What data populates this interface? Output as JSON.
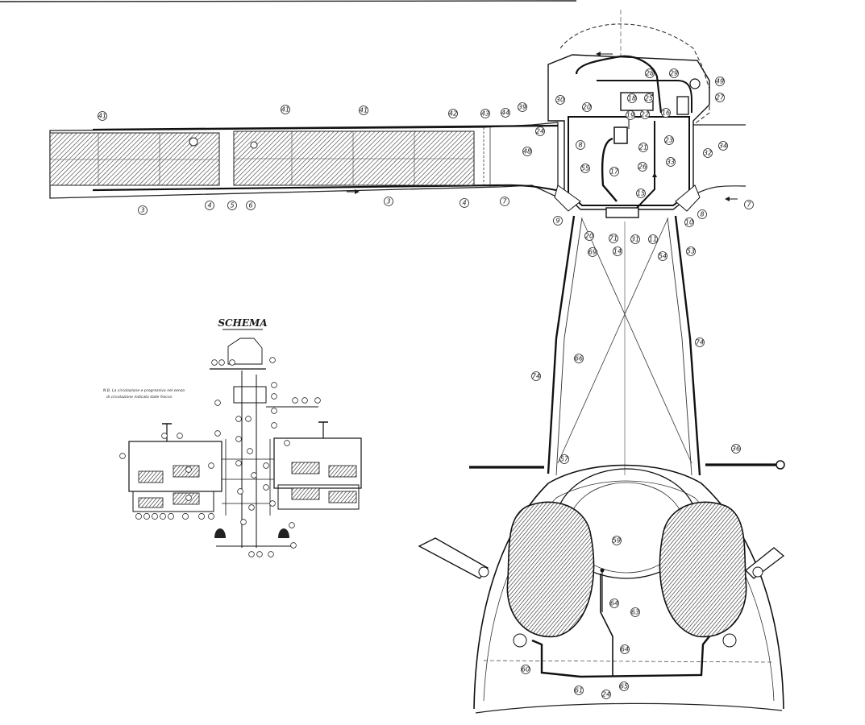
{
  "schema": {
    "title": "SCHEMA",
    "note_line1": "N.B. La circolazione e progressiva nel senso",
    "note_line2": "di circolazione indicato dalle frecce."
  },
  "labels": [
    {
      "id": "l1",
      "text": "41"
    },
    {
      "id": "l2",
      "text": "41"
    },
    {
      "id": "l3",
      "text": "41"
    },
    {
      "id": "l4",
      "text": "42"
    },
    {
      "id": "l5",
      "text": "43"
    },
    {
      "id": "l6",
      "text": "44"
    },
    {
      "id": "l7",
      "text": "39"
    },
    {
      "id": "l8",
      "text": "3"
    },
    {
      "id": "l9",
      "text": "4"
    },
    {
      "id": "l10",
      "text": "5"
    },
    {
      "id": "l11",
      "text": "6"
    },
    {
      "id": "l12",
      "text": "3"
    },
    {
      "id": "l13",
      "text": "4"
    },
    {
      "id": "l14",
      "text": "7"
    },
    {
      "id": "l15",
      "text": "7"
    },
    {
      "id": "l16",
      "text": "9"
    },
    {
      "id": "l17",
      "text": "10"
    },
    {
      "id": "l18",
      "text": "8"
    },
    {
      "id": "l19",
      "text": "24"
    },
    {
      "id": "l20",
      "text": "48"
    },
    {
      "id": "l21",
      "text": "8"
    },
    {
      "id": "l22",
      "text": "55"
    },
    {
      "id": "l23",
      "text": "17"
    },
    {
      "id": "l24",
      "text": "26"
    },
    {
      "id": "l25",
      "text": "15"
    },
    {
      "id": "l26",
      "text": "28"
    },
    {
      "id": "l27",
      "text": "29"
    },
    {
      "id": "l28",
      "text": "25"
    },
    {
      "id": "l29",
      "text": "21"
    },
    {
      "id": "l30",
      "text": "19"
    },
    {
      "id": "l31",
      "text": "22"
    },
    {
      "id": "l32",
      "text": "23"
    },
    {
      "id": "l33",
      "text": "16"
    },
    {
      "id": "l34",
      "text": "18"
    },
    {
      "id": "l35",
      "text": "49"
    },
    {
      "id": "l36",
      "text": "27"
    },
    {
      "id": "l37",
      "text": "34"
    },
    {
      "id": "l38",
      "text": "32"
    },
    {
      "id": "l39",
      "text": "33"
    },
    {
      "id": "l40",
      "text": "30"
    },
    {
      "id": "l41",
      "text": "20"
    },
    {
      "id": "l42",
      "text": "71"
    },
    {
      "id": "l43",
      "text": "20"
    },
    {
      "id": "l44",
      "text": "11"
    },
    {
      "id": "l45",
      "text": "69"
    },
    {
      "id": "l46",
      "text": "14"
    },
    {
      "id": "l47",
      "text": "54"
    },
    {
      "id": "l48",
      "text": "53"
    },
    {
      "id": "l49",
      "text": "66"
    },
    {
      "id": "l50",
      "text": "74"
    },
    {
      "id": "l51",
      "text": "74"
    },
    {
      "id": "l52",
      "text": "57"
    },
    {
      "id": "l53",
      "text": "36"
    },
    {
      "id": "l54",
      "text": "59"
    },
    {
      "id": "l55",
      "text": "64"
    },
    {
      "id": "l56",
      "text": "63"
    },
    {
      "id": "l57",
      "text": "64"
    },
    {
      "id": "l58",
      "text": "60"
    },
    {
      "id": "l59",
      "text": "61"
    },
    {
      "id": "l60",
      "text": "24"
    },
    {
      "id": "l61",
      "text": "65"
    },
    {
      "id": "l62",
      "text": "31"
    }
  ],
  "icons": {
    "tank_hatch": "diagonal-hatch-pattern",
    "flow_arrow": "flow-arrow-icon"
  }
}
